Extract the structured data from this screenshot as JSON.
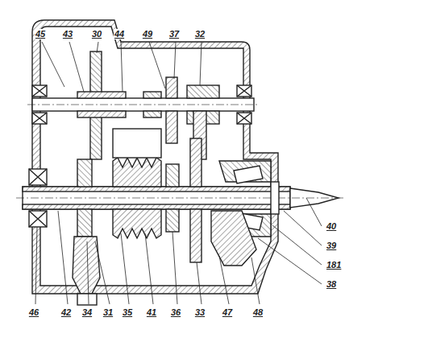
{
  "diagram": {
    "labels": [
      "45",
      "43",
      "30",
      "44",
      "49",
      "37",
      "32",
      "40",
      "39",
      "181",
      "38",
      "46",
      "42",
      "34",
      "31",
      "35",
      "41",
      "36",
      "33",
      "47",
      "48"
    ]
  }
}
